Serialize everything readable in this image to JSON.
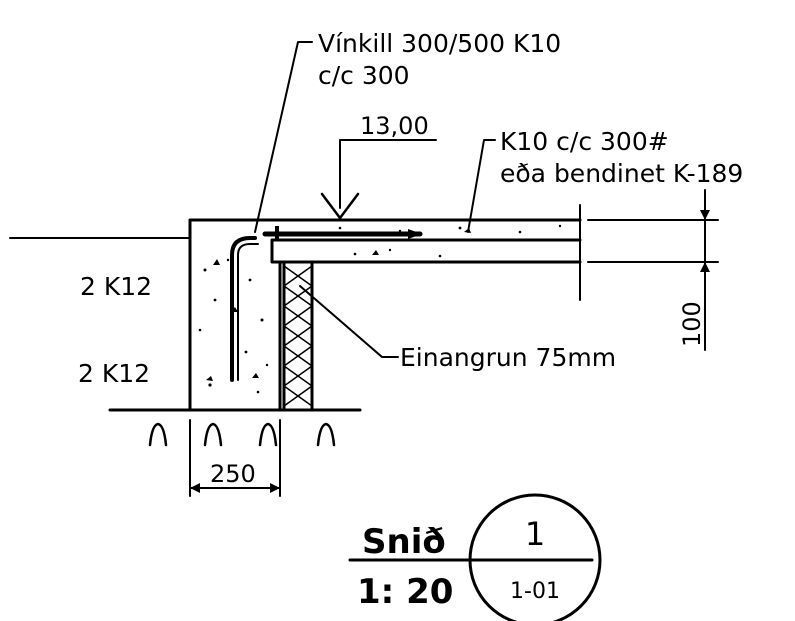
{
  "annotations": {
    "vinkill_line1": "Vínkill 300/500 K10",
    "vinkill_line2": "c/c 300",
    "load_value": "13,00",
    "k10_line1": "K10 c/c 300#",
    "k10_line2": "eða bendinet K-189",
    "rebar_top": "2 K12",
    "rebar_bottom": "2 K12",
    "insulation": "Einangrun 75mm",
    "slab_thickness": "100",
    "wall_width": "250"
  },
  "title_block": {
    "section_label": "Snið",
    "scale": "1: 20",
    "detail_number": "1",
    "sheet_ref": "1-01"
  },
  "colors": {
    "ink": "#000000",
    "background": "#ffffff"
  }
}
